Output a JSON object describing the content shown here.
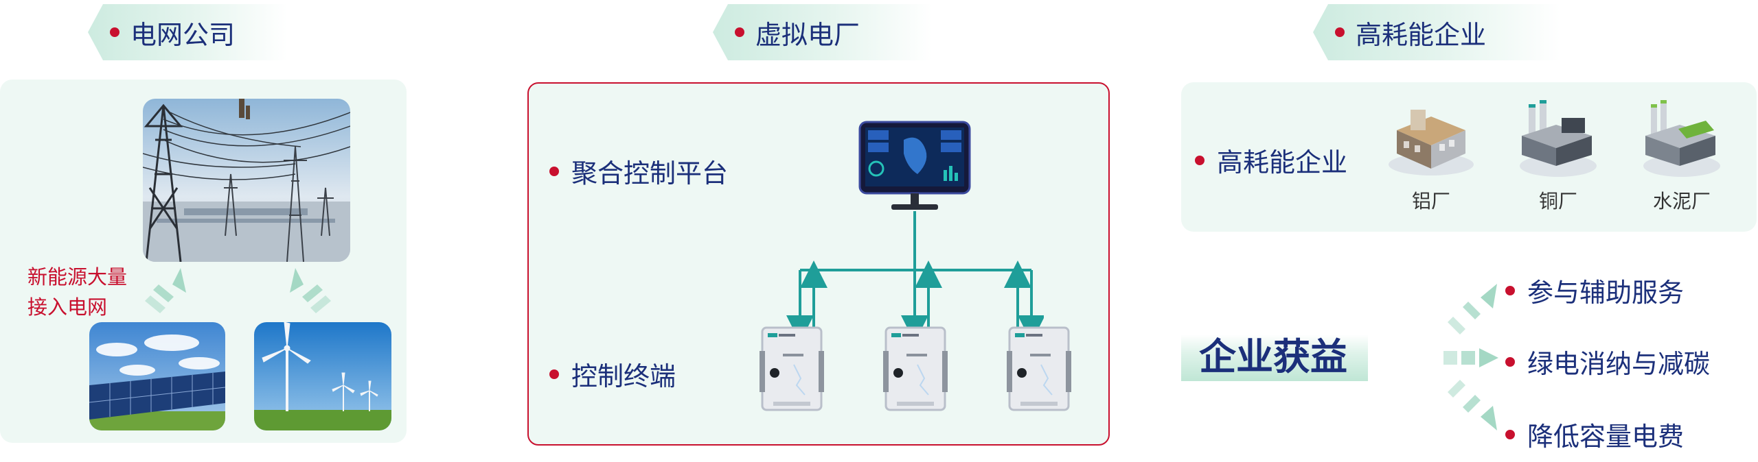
{
  "sections": {
    "grid": {
      "title": "电网公司"
    },
    "vpp": {
      "title": "虚拟电厂"
    },
    "industry": {
      "title": "高耗能企业"
    }
  },
  "grid": {
    "annotation_line1": "新能源大量",
    "annotation_line2": "接入电网"
  },
  "vpp": {
    "platform_label": "聚合控制平台",
    "terminal_label": "控制终端"
  },
  "industry": {
    "label": "高耗能企业",
    "factories": [
      "铝厂",
      "铜厂",
      "水泥厂"
    ]
  },
  "benefits": {
    "title": "企业获益",
    "items": [
      "参与辅助服务",
      "绿电消纳与减碳",
      "降低容量电费"
    ]
  },
  "colors": {
    "accent": "#c8102e",
    "text": "#1b2f7a",
    "teal": "#1f9e99",
    "panel": "#eef8f4"
  }
}
